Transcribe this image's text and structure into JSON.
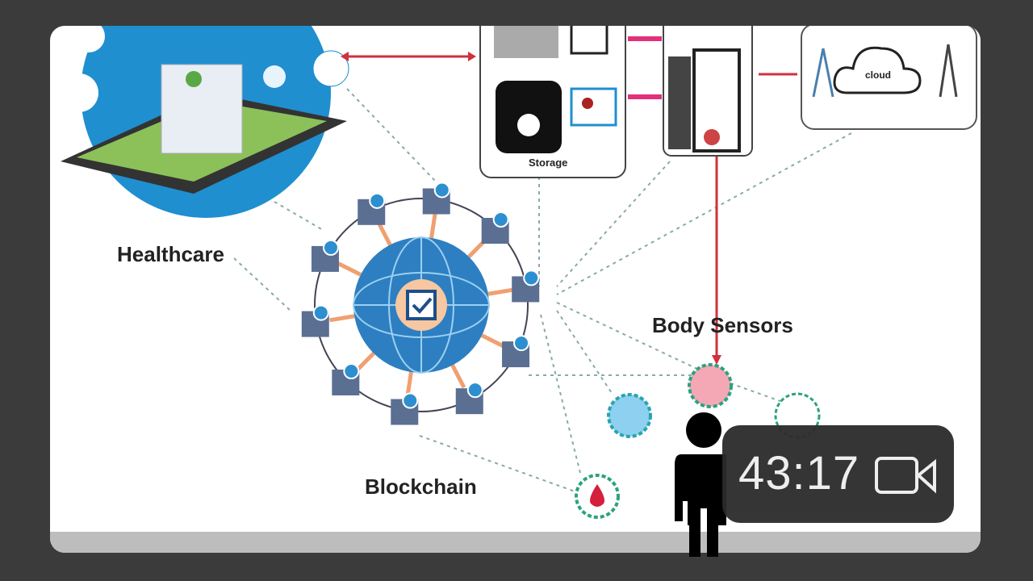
{
  "diagram": {
    "labels": {
      "healthcare": "Healthcare",
      "blockchain": "Blockchain",
      "body_sensors": "Body Sensors",
      "storage": "Storage",
      "cloud": "cloud"
    },
    "colors": {
      "blue": "#1f8fd0",
      "red_link": "#d0313d",
      "pink_link": "#e2307a",
      "teal": "#2aa37f"
    }
  },
  "video_overlay": {
    "duration": "43:17",
    "icon": "video-camera-icon"
  }
}
